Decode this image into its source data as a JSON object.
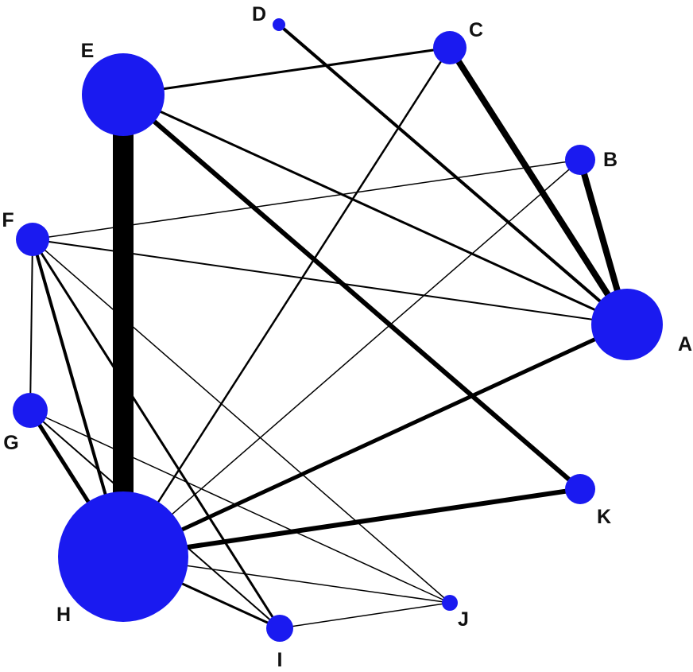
{
  "diagram": {
    "type": "network-graph",
    "node_color": "#1a1af0",
    "edge_color": "#000000",
    "background": "#ffffff",
    "nodes": [
      {
        "id": "A",
        "label": "A"
      },
      {
        "id": "B",
        "label": "B"
      },
      {
        "id": "C",
        "label": "C"
      },
      {
        "id": "D",
        "label": "D"
      },
      {
        "id": "E",
        "label": "E"
      },
      {
        "id": "F",
        "label": "F"
      },
      {
        "id": "G",
        "label": "G"
      },
      {
        "id": "H",
        "label": "H"
      },
      {
        "id": "I",
        "label": "I"
      },
      {
        "id": "J",
        "label": "J"
      },
      {
        "id": "K",
        "label": "K"
      }
    ],
    "edges": [
      {
        "from": "E",
        "to": "H"
      },
      {
        "from": "C",
        "to": "A"
      },
      {
        "from": "B",
        "to": "A"
      },
      {
        "from": "E",
        "to": "K"
      },
      {
        "from": "H",
        "to": "K"
      },
      {
        "from": "H",
        "to": "A"
      },
      {
        "from": "G",
        "to": "H"
      },
      {
        "from": "F",
        "to": "H"
      },
      {
        "from": "D",
        "to": "A"
      },
      {
        "from": "E",
        "to": "A"
      },
      {
        "from": "E",
        "to": "C"
      },
      {
        "from": "F",
        "to": "I"
      },
      {
        "from": "H",
        "to": "I"
      },
      {
        "from": "H",
        "to": "C"
      },
      {
        "from": "F",
        "to": "G"
      },
      {
        "from": "F",
        "to": "A"
      },
      {
        "from": "G",
        "to": "I"
      },
      {
        "from": "F",
        "to": "B"
      },
      {
        "from": "H",
        "to": "B"
      },
      {
        "from": "H",
        "to": "J"
      },
      {
        "from": "I",
        "to": "J"
      },
      {
        "from": "F",
        "to": "J"
      },
      {
        "from": "G",
        "to": "J"
      }
    ]
  }
}
